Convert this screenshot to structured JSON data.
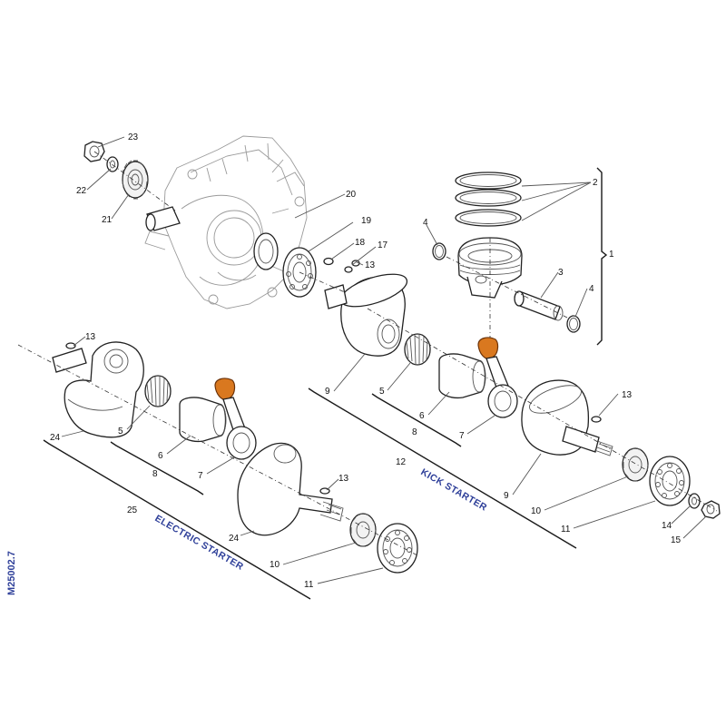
{
  "diagram": {
    "document_code": "M25002.7",
    "captions": {
      "kick_starter": "KICK STARTER",
      "electric_starter": "ELECTRIC STARTER"
    },
    "callouts": {
      "c1": "1",
      "c2": "2",
      "c3": "3",
      "c4a": "4",
      "c4b": "4",
      "c5a": "5",
      "c5b": "5",
      "c6a": "6",
      "c6b": "6",
      "c7a": "7",
      "c7b": "7",
      "c8a": "8",
      "c8b": "8",
      "c9a": "9",
      "c9b": "9",
      "c10a": "10",
      "c10b": "10",
      "c11a": "11",
      "c11b": "11",
      "c12": "12",
      "c13a": "13",
      "c13b": "13",
      "c13c": "13",
      "c13d": "13",
      "c14": "14",
      "c15": "15",
      "c17": "17",
      "c18": "18",
      "c19": "19",
      "c20": "20",
      "c21": "21",
      "c22": "22",
      "c23": "23",
      "c24a": "24",
      "c24b": "24",
      "c25": "25"
    },
    "colors": {
      "highlight": "#d9781f",
      "caption_text": "#2e3f99",
      "line": "#1a1a1a"
    }
  }
}
